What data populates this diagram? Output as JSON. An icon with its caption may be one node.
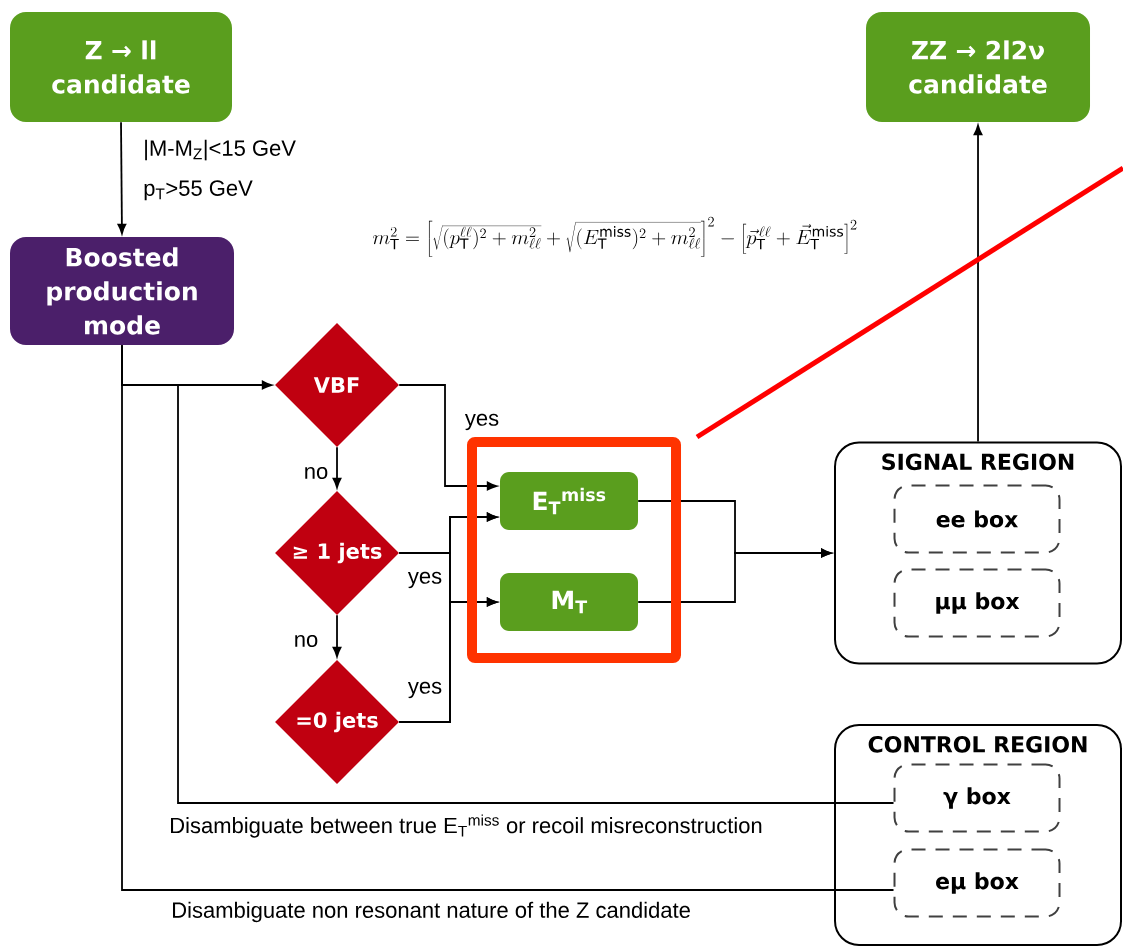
{
  "diagram": {
    "nodes": [
      {
        "text": [
          "Z → ll candidate"
        ]
      },
      {
        "text": [
          "Boosted production mode"
        ]
      },
      {
        "text": [
          "VBF"
        ]
      },
      {
        "text": [
          "≥ 1 jets"
        ]
      },
      {
        "text": [
          "=0 jets"
        ]
      },
      {
        "text": [
          "E$_{T}$$^{miss}$"
        ]
      },
      {
        "text": [
          "M$_{T}$"
        ]
      },
      {
        "text": [
          "SIGNAL REGION"
        ]
      },
      {
        "text": [
          "ee box"
        ],
        "in": 7
      },
      {
        "text": [
          "μμ box"
        ],
        "in": 7
      },
      {
        "text": [
          "CONTROL REGION"
        ]
      },
      {
        "text": [
          "γ box"
        ],
        "in": 10
      },
      {
        "text": [
          "eμ box"
        ],
        "in": 10
      },
      {
        "text": [
          "ZZ → 2l2ν candidate"
        ]
      }
    ],
    "edges": [
      {
        "from": 0,
        "to": 1,
        "arrow": "to",
        "label": "|M-M$_{Z}$|<15 GeV p$_{T}$>55 GeV"
      },
      {
        "from": 1,
        "to": 2,
        "arrow": "to"
      },
      {
        "from": 2,
        "to": 5,
        "arrow": "to",
        "label": "yes"
      },
      {
        "from": 2,
        "to": 3,
        "arrow": "to",
        "label": "no"
      },
      {
        "from": 3,
        "to": 5,
        "arrow": "to"
      },
      {
        "from": 3,
        "to": 6,
        "arrow": "to",
        "label": "yes"
      },
      {
        "from": 4,
        "to": 5,
        "arrow": "to"
      },
      {
        "from": 4,
        "to": 6,
        "arrow": "to",
        "label": "yes"
      },
      {
        "from": 3,
        "to": 4,
        "arrow": "to",
        "label": "no"
      },
      {
        "from": 5,
        "to": 7,
        "arrow": "to"
      },
      {
        "from": 6,
        "to": 7,
        "arrow": "to"
      },
      {
        "from": 7,
        "to": 13,
        "arrow": "to"
      },
      {
        "from": 1,
        "to": 11,
        "arrow": "none",
        "label": "Disambiguate between true E$_{T}$$^{miss}$ or recoil misreconstruction"
      },
      {
        "from": 1,
        "to": 12,
        "arrow": "none",
        "label": "Disambiguate non resonant nature of the Z candidate"
      }
    ],
    "labels": [
      "m_{\\mathrm{T}}^2 = \\left[\\sqrt{(p_{\\mathrm{T}}^{\\ell\\ell})^2 + m_{\\ell\\ell}^2} + \\sqrt{(E_{\\mathrm{T}}^{\\mathrm{miss}})^2 + m_{\\ell\\ell}^2}\\right]^2 - \\left[\\vec{p}_{\\mathrm{T}}^{\\,\\ell\\ell} + \\vec{E}_{\\mathrm{T}}^{\\mathrm{miss}}\\right]^2"
    ]
  }
}
